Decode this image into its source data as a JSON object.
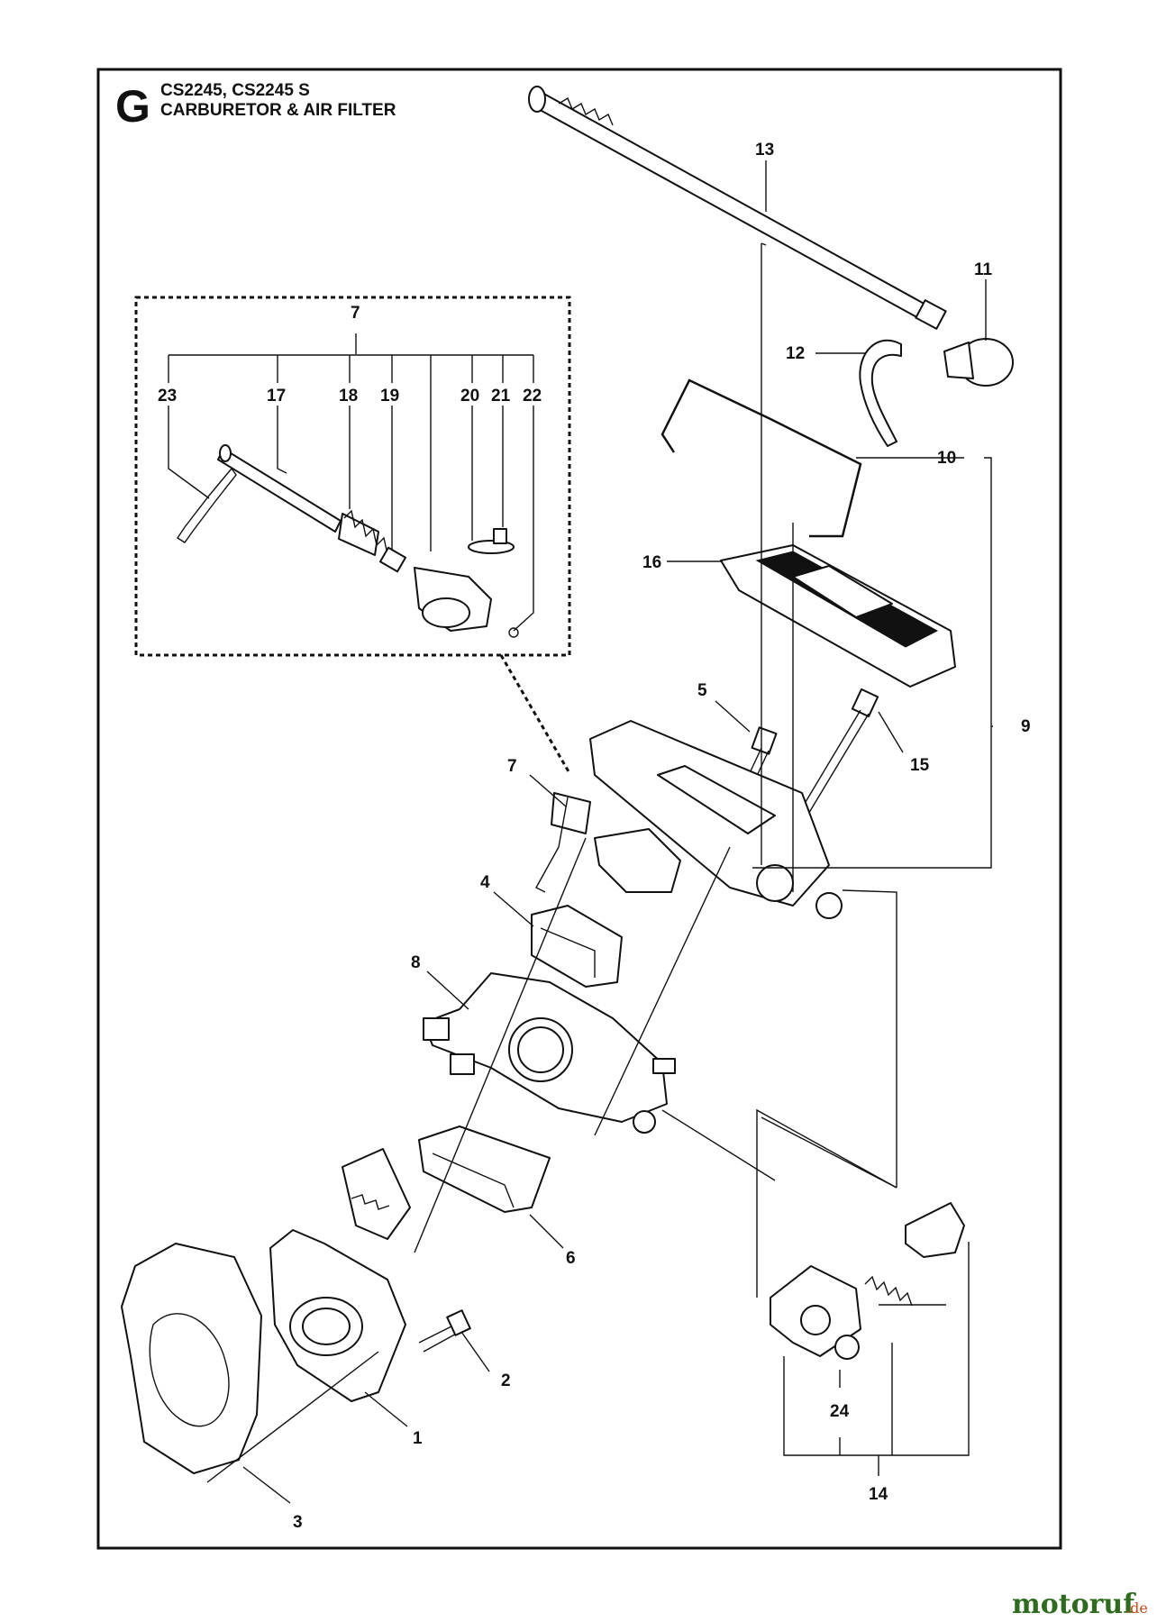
{
  "header": {
    "section_letter": "G",
    "models": "CS2245, CS2245 S",
    "title": "CARBURETOR & AIR FILTER"
  },
  "callouts": {
    "c1": "1",
    "c2": "2",
    "c3": "3",
    "c4": "4",
    "c5": "5",
    "c6": "6",
    "c7_inset": "7",
    "c7": "7",
    "c8": "8",
    "c9": "9",
    "c10": "10",
    "c11": "11",
    "c12": "12",
    "c13": "13",
    "c14": "14",
    "c15": "15",
    "c16": "16",
    "c17": "17",
    "c18": "18",
    "c19": "19",
    "c20": "20",
    "c21": "21",
    "c22": "22",
    "c23": "23",
    "c24": "24"
  },
  "watermark": {
    "brand": "motoruf",
    "suffix": ".de"
  }
}
